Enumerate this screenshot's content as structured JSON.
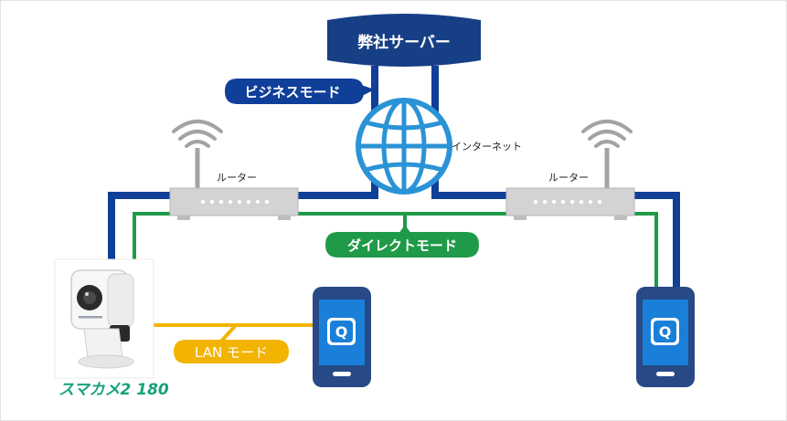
{
  "server": {
    "label": "弊社サーバー"
  },
  "modes": {
    "business": "ビジネスモード",
    "direct": "ダイレクトモード",
    "lan": "LAN モード"
  },
  "internet": {
    "label": "インターネット"
  },
  "routers": {
    "left_label": "ルーター",
    "right_label": "ルーター"
  },
  "camera": {
    "product_name": "スマカメ2 180"
  },
  "colors": {
    "business_line": "#0f3f99",
    "direct_line": "#1f9a48",
    "lan_line": "#f2b400",
    "server": "#173f86",
    "globe": "#2a93d6",
    "phone_body": "#274a86",
    "phone_screen": "#1a7fd8",
    "router": "#d3d3d3",
    "product_text": "#17a17a"
  }
}
